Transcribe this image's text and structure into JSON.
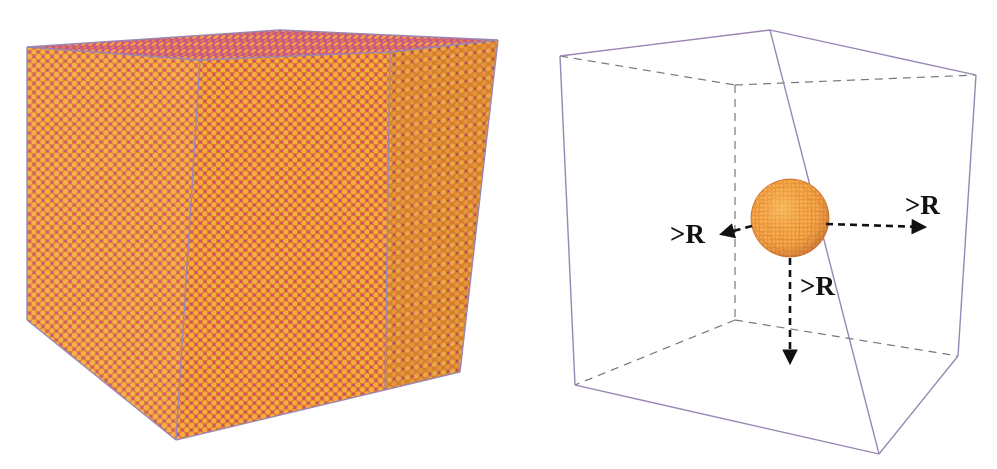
{
  "figure": {
    "labels": {
      "left": ">R",
      "right": ">R",
      "down": ">R"
    },
    "colors": {
      "atom_gold": "#f2a83a",
      "atom_orange": "#e7842d",
      "atom_magenta": "#c4488a",
      "box_edge": "#9a86b3",
      "dashed_edge": "#777777",
      "arrow": "#111111"
    }
  }
}
